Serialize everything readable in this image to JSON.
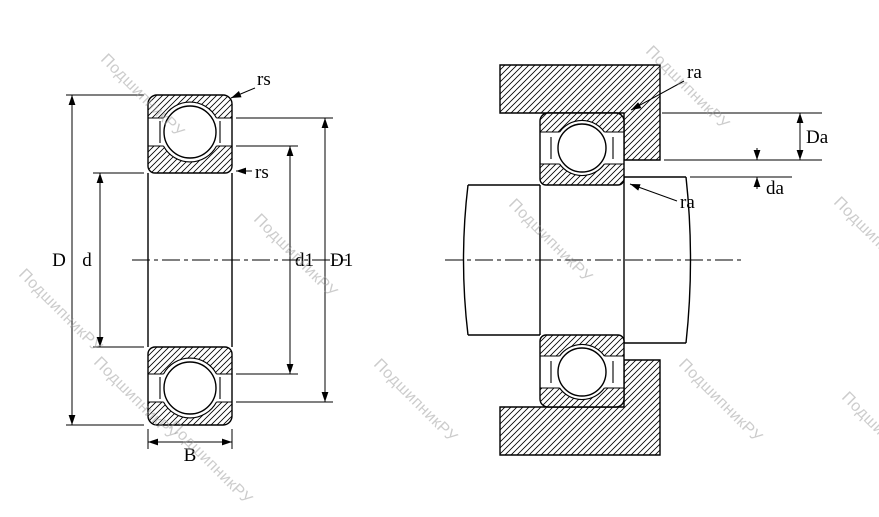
{
  "colors": {
    "background": "#ffffff",
    "line": "#000000",
    "watermark_gray": "#9a9a9a"
  },
  "watermark": {
    "text": "ПодшипникРУ"
  },
  "left_view": {
    "labels": {
      "rs_outer": "rs",
      "rs_inner": "rs",
      "D": "D",
      "d": "d",
      "d1": "d1",
      "D1": "D1",
      "B": "B"
    }
  },
  "right_view": {
    "labels": {
      "ra_housing": "ra",
      "ra_shaft": "ra",
      "Da": "Da",
      "da": "da"
    }
  }
}
